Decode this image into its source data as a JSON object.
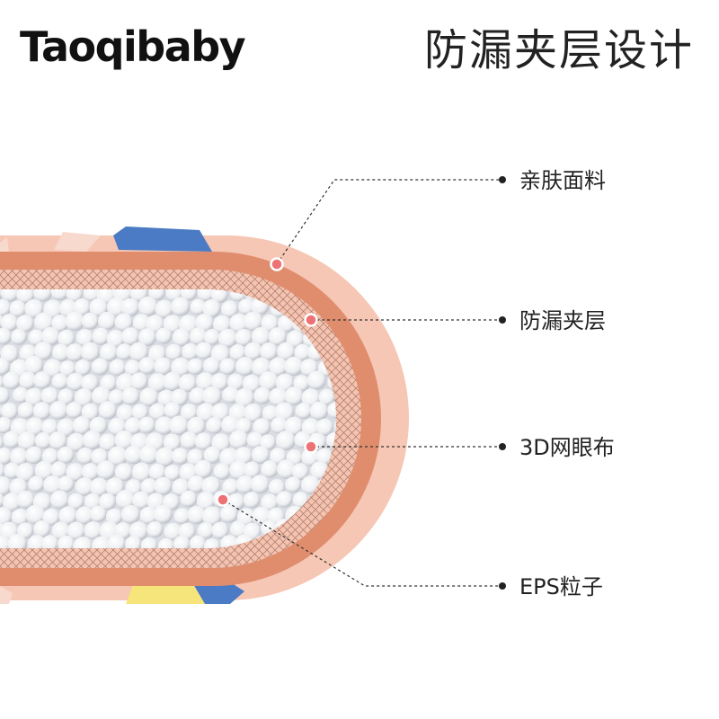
{
  "brand": "Taoqibaby",
  "title": "防漏夹层设计",
  "layers": [
    {
      "label": "亲肤面料",
      "color": "#f6c7b5"
    },
    {
      "label": "防漏夹层",
      "color": "#e08d6e"
    },
    {
      "label": "3D网眼布",
      "color": "#f4c4b0"
    },
    {
      "label": "EPS粒子",
      "color": "#f2f3f5"
    }
  ],
  "colors": {
    "accent_dot": "#ec7275",
    "pattern_blue": "#4a7bc4",
    "pattern_yellow": "#f6e57a"
  }
}
